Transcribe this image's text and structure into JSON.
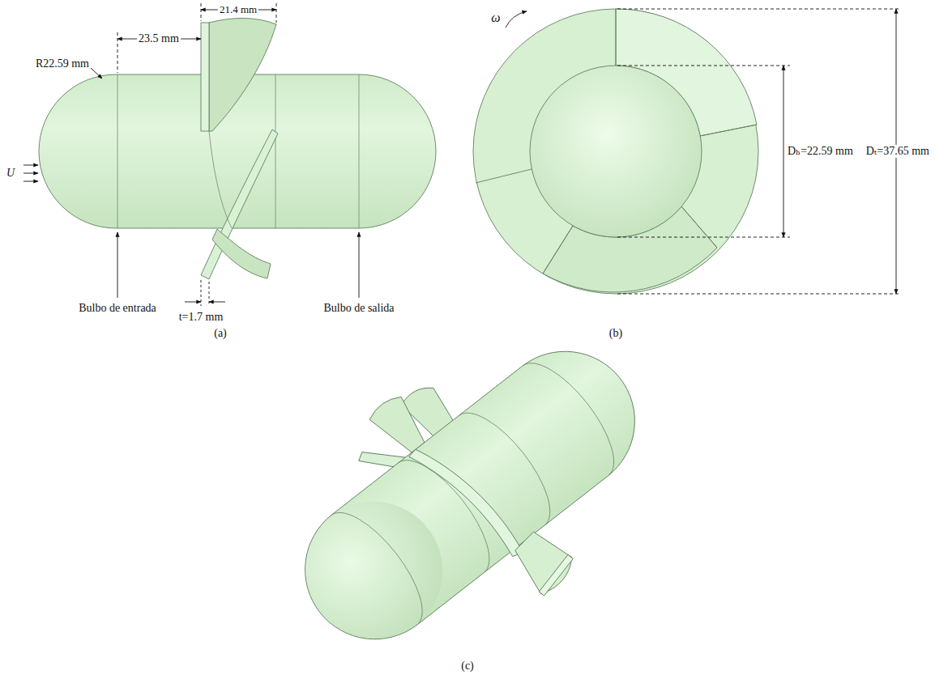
{
  "diagram": {
    "labels": [
      "R22.59 mm",
      "23.5 mm",
      "21.4 mm",
      "U",
      "Bulbo de entrada",
      "t=1.7 mm",
      "Bulbo de salida",
      "(a)",
      "ω",
      "Dₕ=22.59 mm",
      "Dₜ=37.65 mm",
      "(b)",
      "(c)"
    ]
  }
}
